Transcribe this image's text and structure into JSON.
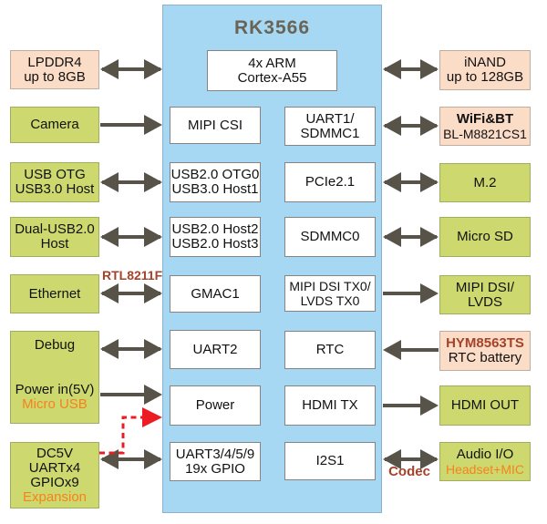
{
  "title": "RK3566",
  "cpu": {
    "l1": "4x ARM",
    "l2": "Cortex-A55"
  },
  "soc_left": [
    {
      "l1": "MIPI CSI"
    },
    {
      "l1": "USB2.0 OTG0",
      "l2": "USB3.0 Host1"
    },
    {
      "l1": "USB2.0 Host2",
      "l2": "USB2.0 Host3"
    },
    {
      "l1": "GMAC1"
    },
    {
      "l1": "UART2"
    },
    {
      "l1": "Power"
    },
    {
      "l1": "UART3/4/5/9",
      "l2": "19x GPIO"
    }
  ],
  "soc_right": [
    {
      "l1": "UART1/",
      "l2": "SDMMC1"
    },
    {
      "l1": "PCIe2.1"
    },
    {
      "l1": "SDMMC0"
    },
    {
      "l1": "MIPI DSI TX0/",
      "l2": "LVDS TX0"
    },
    {
      "l1": "RTC"
    },
    {
      "l1": "HDMI TX"
    },
    {
      "l1": "I2S1"
    }
  ],
  "devices_left": [
    {
      "l1": "LPDDR4",
      "l2": "up to 8GB"
    },
    {
      "l1": "Camera"
    },
    {
      "l1": "USB OTG",
      "l2": "USB3.0 Host"
    },
    {
      "l1": "Dual-USB2.0",
      "l2": "Host"
    },
    {
      "l1": "Ethernet"
    },
    {
      "l1": "Debug",
      "l2": "Power in(5V)",
      "l3": "Micro USB"
    },
    {
      "l1": "DC5V",
      "l2": "UARTx4",
      "l3": "GPIOx9",
      "l4": "Expansion"
    }
  ],
  "devices_right": [
    {
      "l1": "iNAND",
      "l2": "up to 128GB"
    },
    {
      "l1": "WiFi&BT",
      "l2": "BL-M8821CS1"
    },
    {
      "l1": "M.2"
    },
    {
      "l1": "Micro SD"
    },
    {
      "l1": "MIPI DSI/",
      "l2": "LVDS"
    },
    {
      "l1": "HYM8563TS",
      "l2": "RTC battery"
    },
    {
      "l1": "HDMI OUT"
    },
    {
      "l1": "Audio I/O",
      "l2": "Headset+MIC"
    }
  ],
  "labels": {
    "phy": "RTL8211F",
    "codec": "Codec"
  },
  "colors": {
    "soc_fill": "#a6d8f3",
    "pink_fill": "#fbdcc7",
    "green_fill": "#cdd96e",
    "arrow_gray": "#585349",
    "orange_text": "#f5821f",
    "brick_text": "#a4432a",
    "red_dashed": "#ed1c24"
  }
}
